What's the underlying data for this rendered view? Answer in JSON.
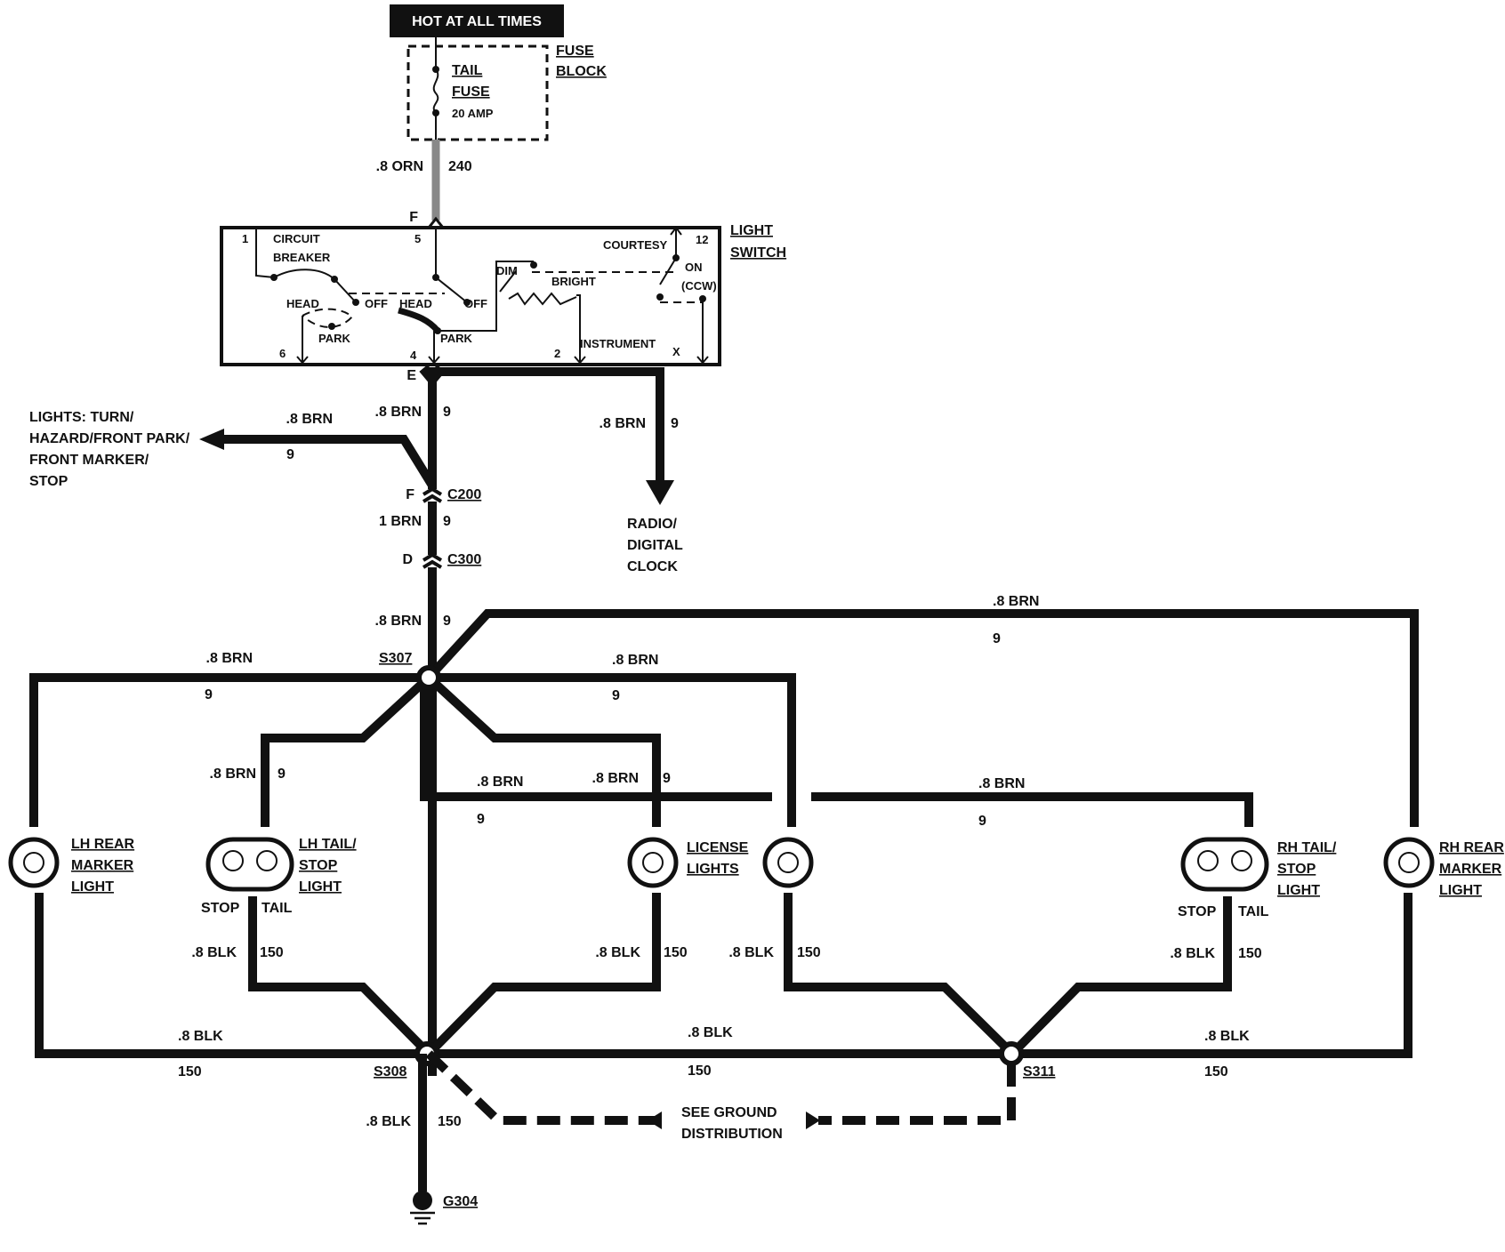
{
  "header": {
    "hot_label": "HOT AT ALL TIMES"
  },
  "fuse_block": {
    "title_1": "FUSE",
    "title_2": "BLOCK",
    "fuse_1": "TAIL",
    "fuse_2": "FUSE",
    "rating": "20 AMP"
  },
  "feed": {
    "wire": ".8 ORN",
    "circuit": "240",
    "pin_f": "F"
  },
  "light_switch": {
    "title_1": "LIGHT",
    "title_2": "SWITCH",
    "pin_1": "1",
    "circuit_breaker_1": "CIRCUIT",
    "circuit_breaker_2": "BREAKER",
    "pin_5": "5",
    "courtesy": "COURTESY",
    "pin_12": "12",
    "on": "ON",
    "ccw": "(CCW)",
    "dim": "DIM",
    "bright": "BRIGHT",
    "head_left": "HEAD",
    "off_left": "OFF",
    "head_mid": "HEAD",
    "off_mid": "OFF",
    "park_left": "PARK",
    "park_mid": "PARK",
    "pin_6": "6",
    "pin_4": "4",
    "pin_2": "2",
    "instrument": "INSTRUMENT",
    "pin_x": "X"
  },
  "switch_output": {
    "pin_e": "E",
    "wire": ".8 BRN",
    "circuit": "9"
  },
  "front_branch": {
    "wire": ".8 BRN",
    "circuit": "9",
    "dest_1": "LIGHTS: TURN/",
    "dest_2": "HAZARD/FRONT PARK/",
    "dest_3": "FRONT MARKER/",
    "dest_4": "STOP"
  },
  "radio_branch": {
    "wire": ".8 BRN",
    "circuit": "9",
    "dest_1": "RADIO/",
    "dest_2": "DIGITAL",
    "dest_3": "CLOCK"
  },
  "connector_c200": {
    "pin": "F",
    "name": "C200",
    "wire": "1 BRN",
    "circuit": "9"
  },
  "connector_c300": {
    "pin": "D",
    "name": "C300",
    "wire": ".8 BRN",
    "circuit": "9"
  },
  "splice_s307": {
    "name": "S307"
  },
  "branches": {
    "lh_marker": {
      "wire": ".8 BRN",
      "circuit": "9"
    },
    "rh_marker": {
      "wire": ".8 BRN",
      "circuit": "9"
    },
    "license_top": {
      "wire": ".8 BRN",
      "circuit": "9"
    },
    "lh_tail": {
      "wire": ".8 BRN",
      "circuit": "9"
    },
    "license": {
      "wire": ".8 BRN",
      "circuit": "9"
    },
    "lower_run": {
      "wire": ".8 BRN",
      "circuit": "9"
    },
    "rh_tail": {
      "wire": ".8 BRN",
      "circuit": "9"
    }
  },
  "lamps": {
    "lh_marker": {
      "l1": "LH REAR",
      "l2": "MARKER",
      "l3": "LIGHT"
    },
    "lh_tail": {
      "l1": "LH TAIL/",
      "l2": "STOP",
      "l3": "LIGHT",
      "stop": "STOP",
      "tail": "TAIL"
    },
    "license": {
      "l1": "LICENSE",
      "l2": "LIGHTS"
    },
    "rh_tail": {
      "l1": "RH TAIL/",
      "l2": "STOP",
      "l3": "LIGHT",
      "stop": "STOP",
      "tail": "TAIL"
    },
    "rh_marker": {
      "l1": "RH REAR",
      "l2": "MARKER",
      "l3": "LIGHT"
    }
  },
  "grounds": {
    "lh_tail": {
      "wire": ".8 BLK",
      "circuit": "150"
    },
    "license": {
      "wire": ".8 BLK",
      "circuit": "150"
    },
    "lamp4": {
      "wire": ".8 BLK",
      "circuit": "150"
    },
    "rh_tail": {
      "wire": ".8 BLK",
      "circuit": "150"
    },
    "left_run": {
      "wire": ".8 BLK",
      "circuit": "150"
    },
    "mid_run": {
      "wire": ".8 BLK",
      "circuit": "150"
    },
    "right_run": {
      "wire": ".8 BLK",
      "circuit": "150"
    },
    "s308": "S308",
    "s311": "S311",
    "g304_wire": ".8 BLK",
    "g304_circuit": "150",
    "g304": "G304",
    "see_1": "SEE GROUND",
    "see_2": "DISTRIBUTION"
  },
  "colors": {
    "ink": "#111111",
    "hot_bg": "#111111",
    "hot_text": "#ffffff",
    "paper": "#ffffff"
  }
}
